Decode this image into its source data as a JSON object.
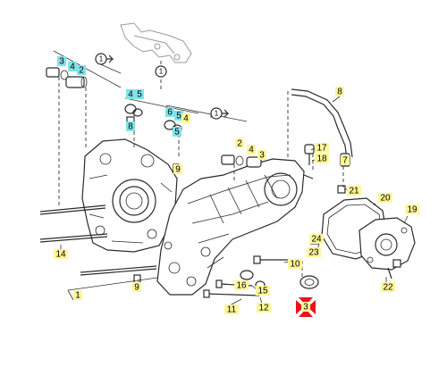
{
  "callouts": {
    "c1": "1",
    "c2a": "2",
    "c2b": "2",
    "c3a": "3",
    "c3b": "3",
    "c3c": "3",
    "c4a": "4",
    "c4b": "4",
    "c4c": "4",
    "c4d": "4",
    "c5a": "5",
    "c5b": "5",
    "c5c": "5",
    "c6": "6",
    "c7": "7",
    "c8": "8",
    "c9a": "9",
    "c9b": "9",
    "c10": "10",
    "c11": "11",
    "c12": "12",
    "c14": "14",
    "c15": "15",
    "c16": "16",
    "c17": "17",
    "c18": "18",
    "c19": "19",
    "c20": "20",
    "c21": "21",
    "c22": "22",
    "c23": "23",
    "c24": "24"
  },
  "refs": {
    "r1": "1",
    "r2": "1",
    "r3": "1"
  },
  "colors": {
    "highlight": "#fff799",
    "accent": "#7fe3ea",
    "marker": "#e8141c"
  },
  "icons": {
    "selected_marker": "red-cross-arrows-icon"
  }
}
